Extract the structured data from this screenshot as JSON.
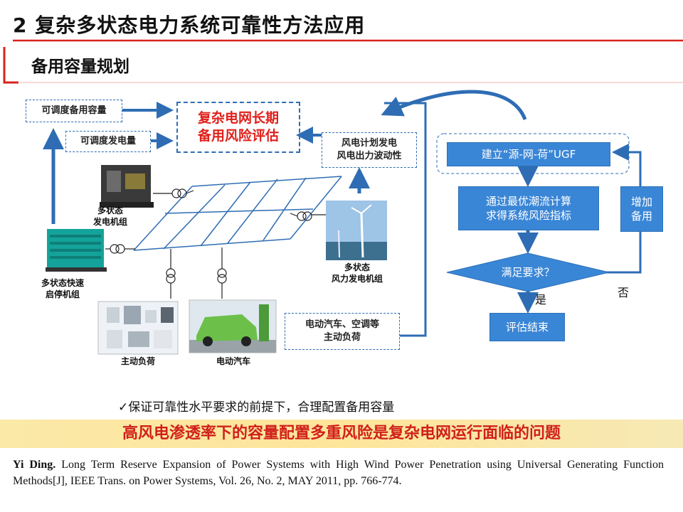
{
  "title": "2 复杂多状态电力系统可靠性方法应用",
  "subtitle": "备用容量规划",
  "left_diagram": {
    "dispatchable_reserve": "可调度备用容量",
    "dispatchable_generation": "可调度发电量",
    "core_line1": "复杂电网长期",
    "core_line2": "备用风险评估",
    "wind_plan_line1": "风电计划发电",
    "wind_plan_line2": "风电出力波动性",
    "multistate_gen_line1": "多状态",
    "multistate_gen_line2": "发电机组",
    "fast_gen_line1": "多状态快速",
    "fast_gen_line2": "启停机组",
    "wind_turbine_line1": "多状态",
    "wind_turbine_line2": "风力发电机组",
    "active_load": "主动负荷",
    "ev": "电动汽车",
    "ev_ac_line1": "电动汽车、空调等",
    "ev_ac_line2": "主动负荷"
  },
  "flowchart": {
    "step1": "建立“源-网-荷”UGF",
    "step2_line1": "通过最优潮流计算",
    "step2_line2": "求得系统风险指标",
    "decision": "满足要求？",
    "yes": "是",
    "no": "否",
    "end": "评估结束",
    "increase_line1": "增加",
    "increase_line2": "备用"
  },
  "bullet": "✓保证可靠性水平要求的前提下，合理配置备用容量",
  "banner": "高风电渗透率下的容量配置多重风险是复杂电网运行面临的问题",
  "reference": {
    "author": "Yi Ding.",
    "text": " Long Term Reserve Expansion of Power Systems with High Wind Power Penetration using Universal Generating Function Methods[J], IEEE Trans. on Power Systems, Vol. 26, No. 2, MAY 2011, pp. 766-774."
  },
  "colors": {
    "accent_red": "#e0201b",
    "flow_blue": "#3a86d6",
    "arrow_blue": "#2e6db4"
  }
}
